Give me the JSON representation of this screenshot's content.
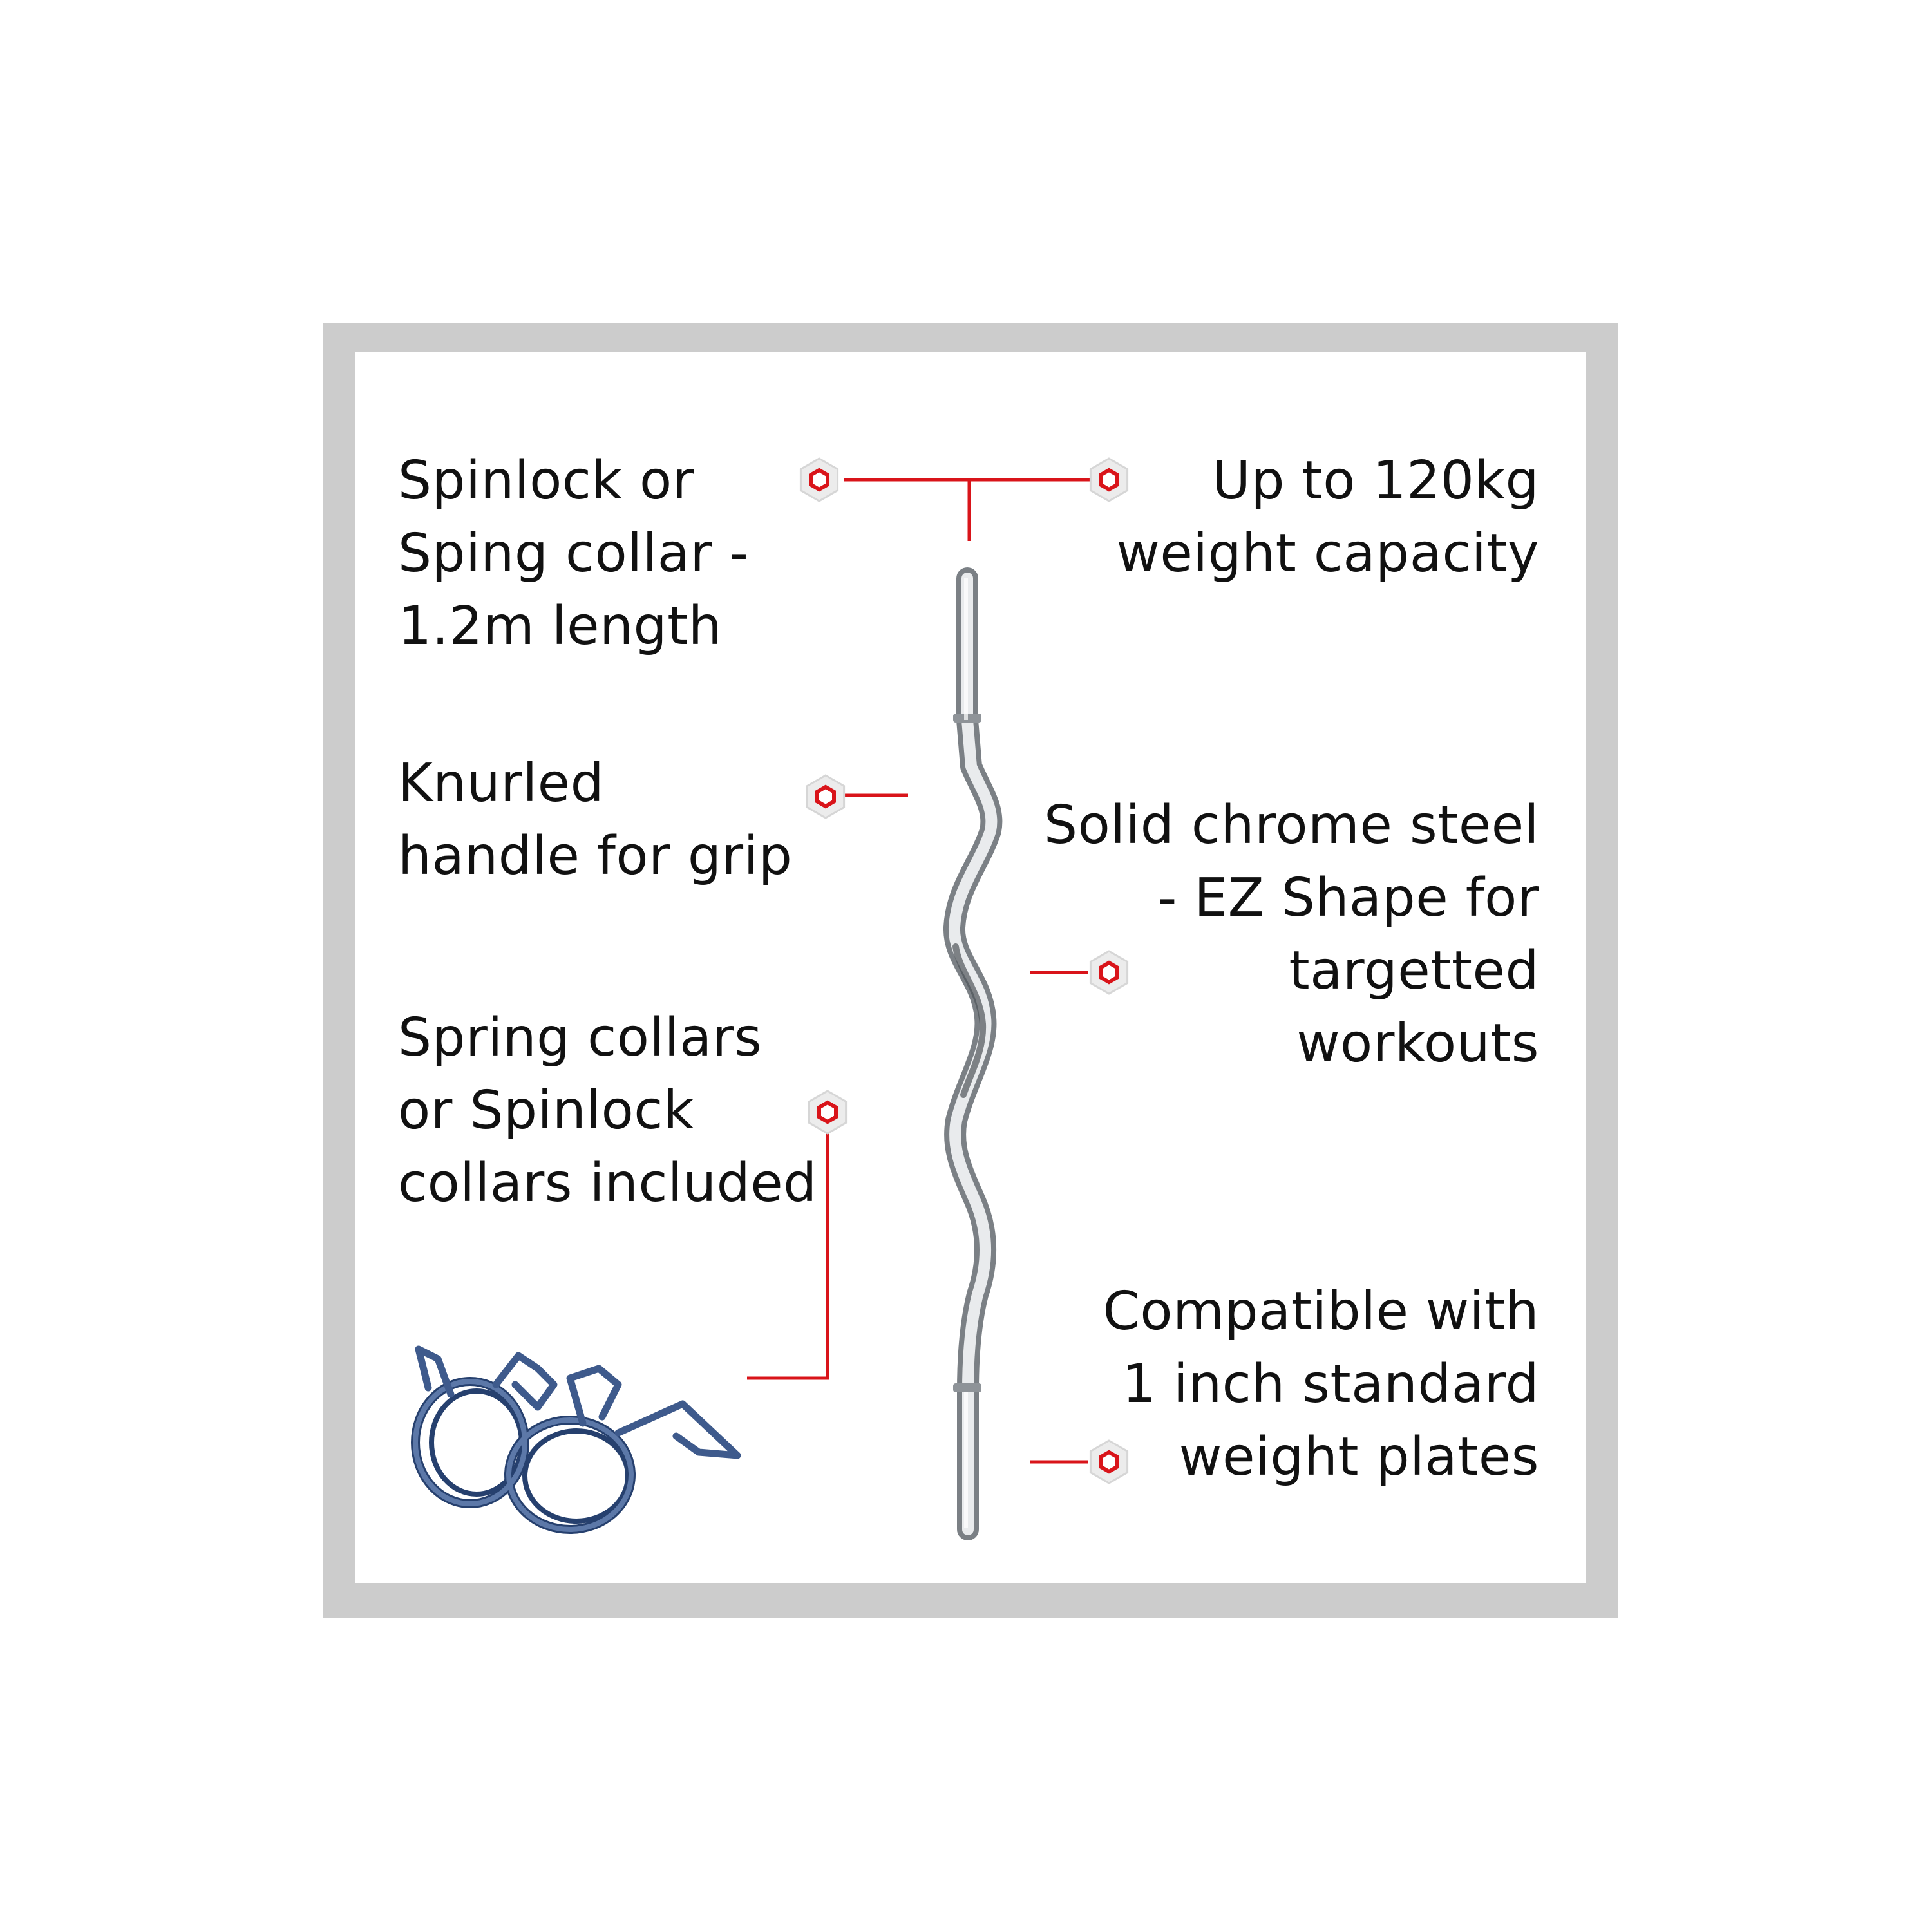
{
  "features": {
    "spinlock_collar": "Spinlock or\nSping collar -\n1.2m length",
    "weight_capacity": "Up to 120kg\nweight capacity",
    "knurled_handle": "Knurled\nhandle for grip",
    "chrome_steel": "Solid chrome steel\n- EZ Shape for\ntargetted\nworkouts",
    "collars_included": "Spring collars\nor Spinlock\ncollars included",
    "compatibility": "Compatible with\n1 inch standard\nweight plates"
  },
  "colors": {
    "frame": "#cccccc",
    "callout_line": "#d9141a",
    "text": "#111111",
    "bar": "#c9cdd1",
    "spring_collar": "#2f4a7a"
  },
  "icons": {
    "callout_marker": "hexagon-marker-icon",
    "product": "ez-curl-bar",
    "accessory": "spring-collars"
  }
}
